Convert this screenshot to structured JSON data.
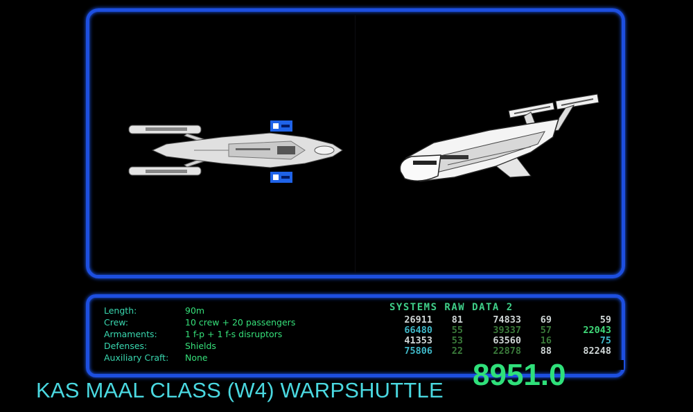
{
  "colors": {
    "frame": "#1d4fe0",
    "label": "#39d8b0",
    "value": "#36e07a",
    "title": "#4ad8e0",
    "stardate": "#2fe07a"
  },
  "images": {
    "top_view": "warpshuttle-top-view",
    "perspective_view": "warpshuttle-perspective-view"
  },
  "specs": [
    {
      "label": "Length:",
      "value": "90m"
    },
    {
      "label": "Crew:",
      "value": "10 crew + 20 passengers"
    },
    {
      "label": "Armaments:",
      "value": "1 f-p + 1 f-s disruptors"
    },
    {
      "label": "Defenses:",
      "value": "Shields"
    },
    {
      "label": "Auxiliary Craft:",
      "value": "None"
    }
  ],
  "raw_data": {
    "title": "SYSTEMS RAW DATA 2",
    "rows": [
      {
        "cells": [
          "26911",
          "81",
          "74833",
          "69",
          "59"
        ],
        "colors": [
          "#cfd6d6",
          "#cfd6d6",
          "#cfd6d6",
          "#cfd6d6",
          "#cfd6d6"
        ]
      },
      {
        "cells": [
          "66480",
          "55",
          "39337",
          "57",
          "22043"
        ],
        "colors": [
          "#3fb8c8",
          "#3a7a3a",
          "#3a7a3a",
          "#3a7a3a",
          "#3fd878"
        ]
      },
      {
        "cells": [
          "41353",
          "53",
          "63560",
          "16",
          "75"
        ],
        "colors": [
          "#cfd6d6",
          "#3a7a3a",
          "#cfd6d6",
          "#3a7a3a",
          "#3fb8c8"
        ]
      },
      {
        "cells": [
          "75806",
          "22",
          "22878",
          "88",
          "82248"
        ],
        "colors": [
          "#3fb8c8",
          "#3a7a3a",
          "#3a7a3a",
          "#cfd6d6",
          "#cfd6d6"
        ]
      }
    ]
  },
  "title": "KAS MAAL CLASS (W4) WARPSHUTTLE",
  "stardate": "8951.0"
}
